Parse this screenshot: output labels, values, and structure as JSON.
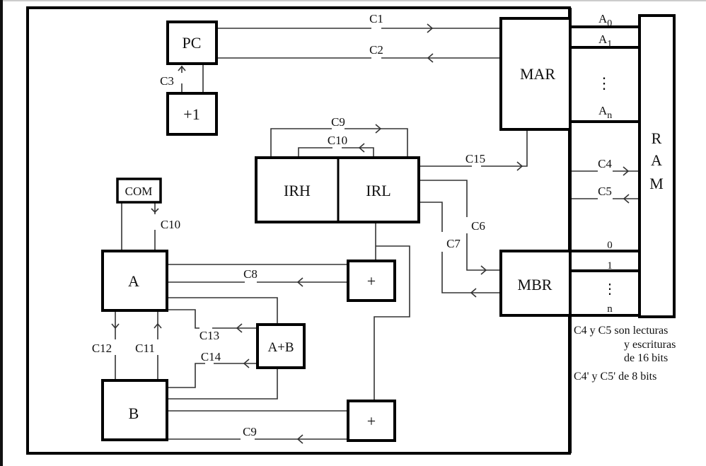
{
  "title": "CPU datapath diagram",
  "blocks": {
    "pc": "PC",
    "inc": "+1",
    "mar": "MAR",
    "irh": "IRH",
    "irl": "IRL",
    "com": "COM",
    "reg_a": "A",
    "reg_b": "B",
    "adder_top": "+",
    "adder_bottom": "+",
    "alu": "A+B",
    "mbr": "MBR",
    "ram_letters": [
      "R",
      "A",
      "M"
    ]
  },
  "signals": {
    "c1": "C1",
    "c2": "C2",
    "c3": "C3",
    "c4": "C4",
    "c5": "C5",
    "c6": "C6",
    "c7": "C7",
    "c8": "C8",
    "c9_ir": "C9",
    "c9_b": "C9",
    "c10_ir": "C10",
    "c10_com": "C10",
    "c11": "C11",
    "c12": "C12",
    "c13": "C13",
    "c14": "C14",
    "c15": "C15"
  },
  "address_bus": {
    "a0": "A",
    "a0_sub": "0",
    "a1": "A",
    "a1_sub": "1",
    "an": "A",
    "an_sub": "n",
    "dots": "⋮"
  },
  "data_bus": {
    "d0": "0",
    "d1": "1",
    "dots": "⋮",
    "dn": "n"
  },
  "notes": [
    "C4 y C5 son lecturas",
    "y  escrituras",
    "de 16 bits",
    "C4' y C5' de 8 bits"
  ]
}
